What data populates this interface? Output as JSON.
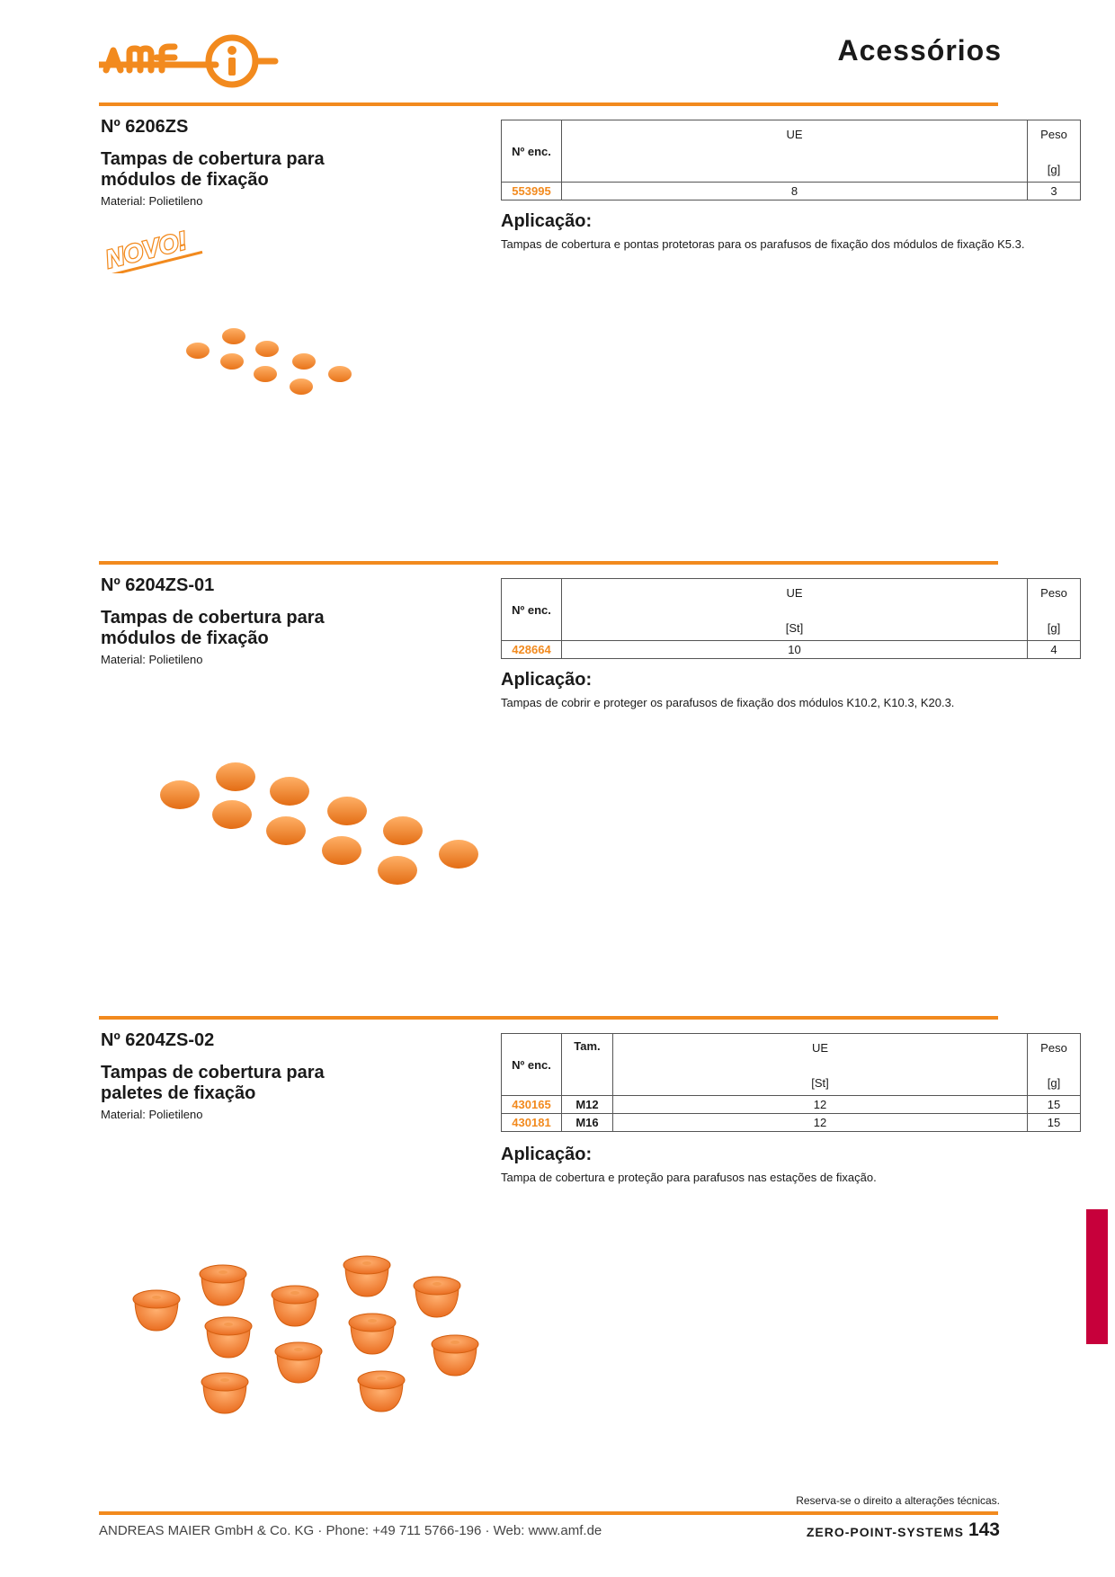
{
  "header": {
    "page_title": "Acessórios",
    "logo_text": "amf"
  },
  "badge": {
    "novo": "NOVO!"
  },
  "sections": [
    {
      "number": "Nº 6206ZS",
      "title": "Tampas de cobertura para módulos de fixação",
      "material": "Material: Polietileno",
      "table": {
        "h_no": "Nº enc.",
        "h_ue": "UE",
        "h_ue_unit": "",
        "h_peso": "Peso",
        "h_peso_unit": "[g]",
        "rows": [
          {
            "code": "553995",
            "ue": "8",
            "peso": "3"
          }
        ]
      },
      "app_heading": "Aplicação:",
      "app_text": "Tampas de cobertura e pontas protetoras para os parafusos de fixação dos módulos de fixação K5.3."
    },
    {
      "number": "Nº 6204ZS-01",
      "title": "Tampas de cobertura para módulos de fixação",
      "material": "Material: Polietileno",
      "table": {
        "h_no": "Nº enc.",
        "h_ue": "UE",
        "h_ue_unit": "[St]",
        "h_peso": "Peso",
        "h_peso_unit": "[g]",
        "rows": [
          {
            "code": "428664",
            "ue": "10",
            "peso": "4"
          }
        ]
      },
      "app_heading": "Aplicação:",
      "app_text": "Tampas de cobrir e proteger os parafusos de fixação dos módulos K10.2, K10.3, K20.3."
    },
    {
      "number": "Nº 6204ZS-02",
      "title": "Tampas de cobertura para paletes de fixação",
      "material": "Material: Polietileno",
      "table": {
        "h_no": "Nº enc.",
        "h_tam": "Tam.",
        "h_ue": "UE",
        "h_ue_unit": "[St]",
        "h_peso": "Peso",
        "h_peso_unit": "[g]",
        "rows": [
          {
            "code": "430165",
            "tam": "M12",
            "ue": "12",
            "peso": "15"
          },
          {
            "code": "430181",
            "tam": "M16",
            "ue": "12",
            "peso": "15"
          }
        ]
      },
      "app_heading": "Aplicação:",
      "app_text": "Tampa de cobertura e proteção para parafusos nas estações de fixação."
    }
  ],
  "footer": {
    "reserve": "Reserva-se o direito a alterações técnicas.",
    "company": "ANDREAS MAIER GmbH & Co. KG · Phone: +49 711 5766-196 · Web: www.amf.de",
    "catalog": "ZERO-POINT-SYSTEMS",
    "page_number": "143"
  },
  "colors": {
    "accent": "#f28a1e",
    "tab": "#c7003b"
  }
}
